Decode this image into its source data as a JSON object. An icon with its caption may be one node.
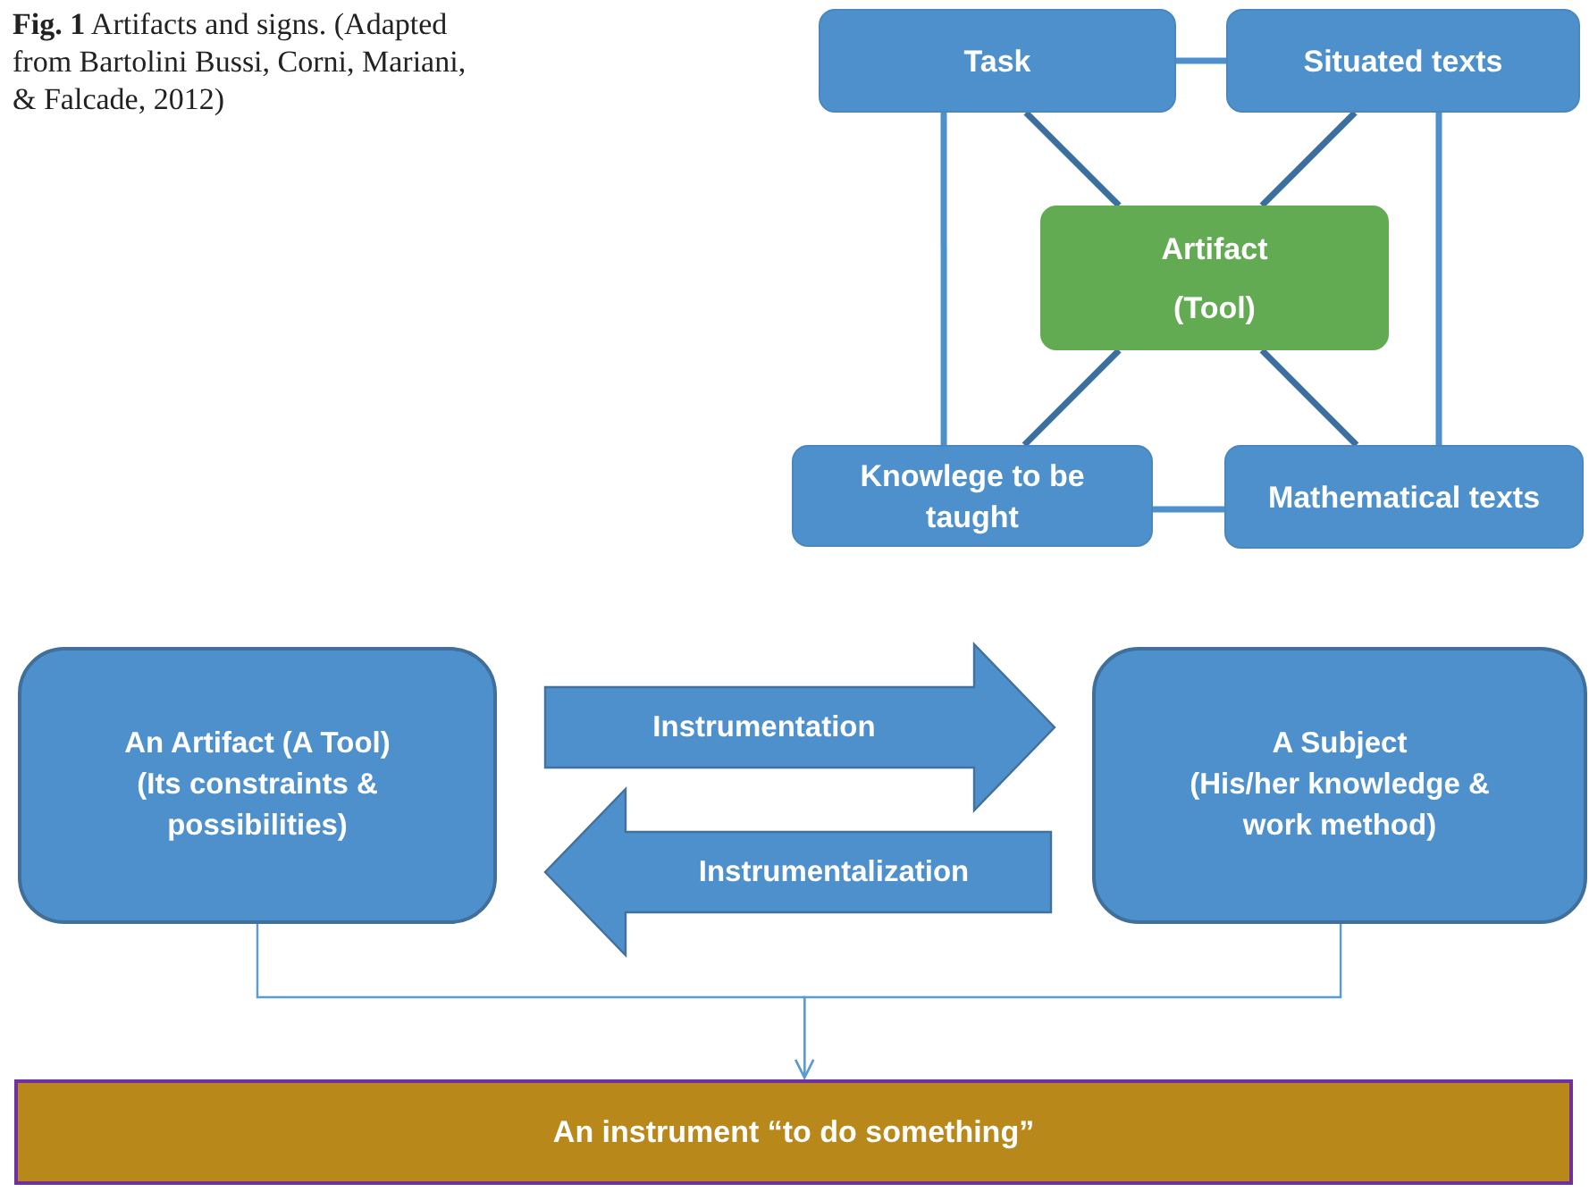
{
  "diagram": {
    "caption": "**Fig. 1** Artifacts and signs. (Adapted from Bartolini Bussi, Corni, Mariani, & Falcade, 2012)",
    "nodes": [
      {
        "text": [
          "Task"
        ]
      },
      {
        "text": [
          "Situated texts"
        ]
      },
      {
        "text": [
          "Artifact",
          "(Tool)"
        ]
      },
      {
        "text": [
          "Knowlege to be taught"
        ]
      },
      {
        "text": [
          "Mathematical texts"
        ]
      },
      {
        "text": [
          "An Artifact (A Tool)",
          "(Its constraints & possibilities)"
        ]
      },
      {
        "text": [
          "A Subject",
          "(His/her knowledge & work method)"
        ]
      },
      {
        "text": [
          "An instrument “to do something”"
        ]
      }
    ],
    "edges": [
      {
        "from": 0,
        "to": 1,
        "arrow": "none"
      },
      {
        "from": 0,
        "to": 2,
        "arrow": "none",
        "color": "#3a6f9f"
      },
      {
        "from": 1,
        "to": 2,
        "arrow": "none",
        "color": "#3a6f9f"
      },
      {
        "from": 2,
        "to": 3,
        "arrow": "none",
        "color": "#3a6f9f"
      },
      {
        "from": 2,
        "to": 4,
        "arrow": "none",
        "color": "#3a6f9f"
      },
      {
        "from": 0,
        "to": 3,
        "arrow": "none"
      },
      {
        "from": 1,
        "to": 4,
        "arrow": "none"
      },
      {
        "from": 3,
        "to": 4,
        "arrow": "none"
      },
      {
        "from": 5,
        "to": 6,
        "arrow": "to",
        "label": "Instrumentation",
        "style": "thick"
      },
      {
        "from": 6,
        "to": 5,
        "arrow": "to",
        "label": "Instrumentalization",
        "style": "thick"
      },
      {
        "from": 5,
        "to": 7,
        "arrow": "to"
      },
      {
        "from": 6,
        "to": 7,
        "arrow": "to"
      }
    ]
  }
}
